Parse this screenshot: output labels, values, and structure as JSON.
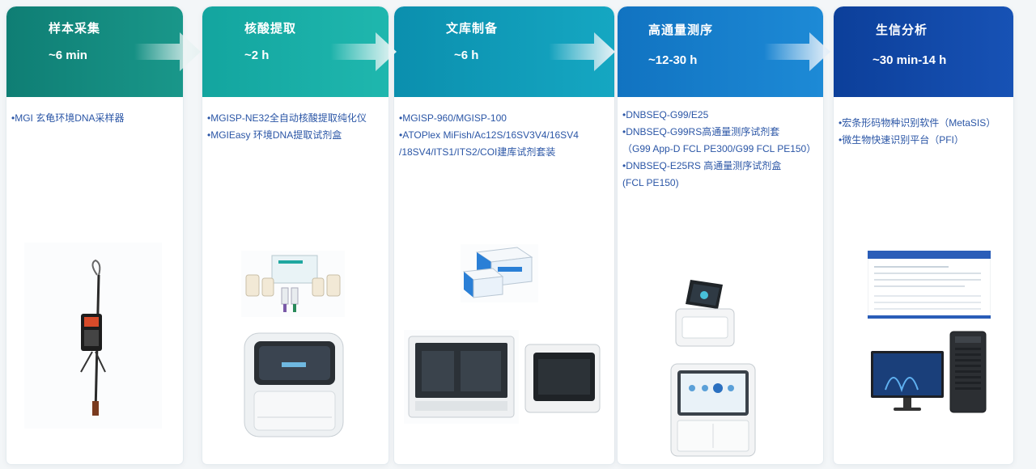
{
  "steps": [
    {
      "title": "样本采集",
      "time": "~6 min",
      "color_start": "#0f7e74",
      "color_end": "#19978a",
      "items": [
        "•MGI 玄龟环境DNA采样器"
      ]
    },
    {
      "title": "核酸提取",
      "time": "~2 h",
      "color_start": "#13a59f",
      "color_end": "#1fb7ae",
      "items": [
        "•MGISP-NE32全自动核酸提取纯化仪",
        "•MGIEasy 环境DNA提取试剂盒"
      ]
    },
    {
      "title": "文库制备",
      "time": "~6 h",
      "color_start": "#0b8fae",
      "color_end": "#15a7c2",
      "items": [
        "•MGISP-960/MGISP-100",
        "•ATOPlex MiFish/Ac12S/16SV3V4/16SV4",
        "/18SV4/ITS1/ITS2/COI建库试剂套装"
      ]
    },
    {
      "title": "高通量测序",
      "time": "~12-30 h",
      "color_start": "#1173c1",
      "color_end": "#1d8ad6",
      "items": [
        "•DNBSEQ-G99/E25",
        "•DNBSEQ-G99RS高通量测序试剂套",
        "（G99 App-D FCL PE300/G99 FCL PE150）",
        "•DNBSEQ-E25RS 高通量测序试剂盒",
        "(FCL PE150)"
      ]
    },
    {
      "title": "生信分析",
      "time": "~30 min-14 h",
      "color_start": "#0c3f9a",
      "color_end": "#1752b5",
      "items": [
        "•宏条形码物种识别软件（MetaSIS）",
        "•微生物快速识别平台（PFI）"
      ]
    }
  ],
  "colors": {
    "text_blue": "#2b56a6",
    "background": "#f3f6f8"
  }
}
